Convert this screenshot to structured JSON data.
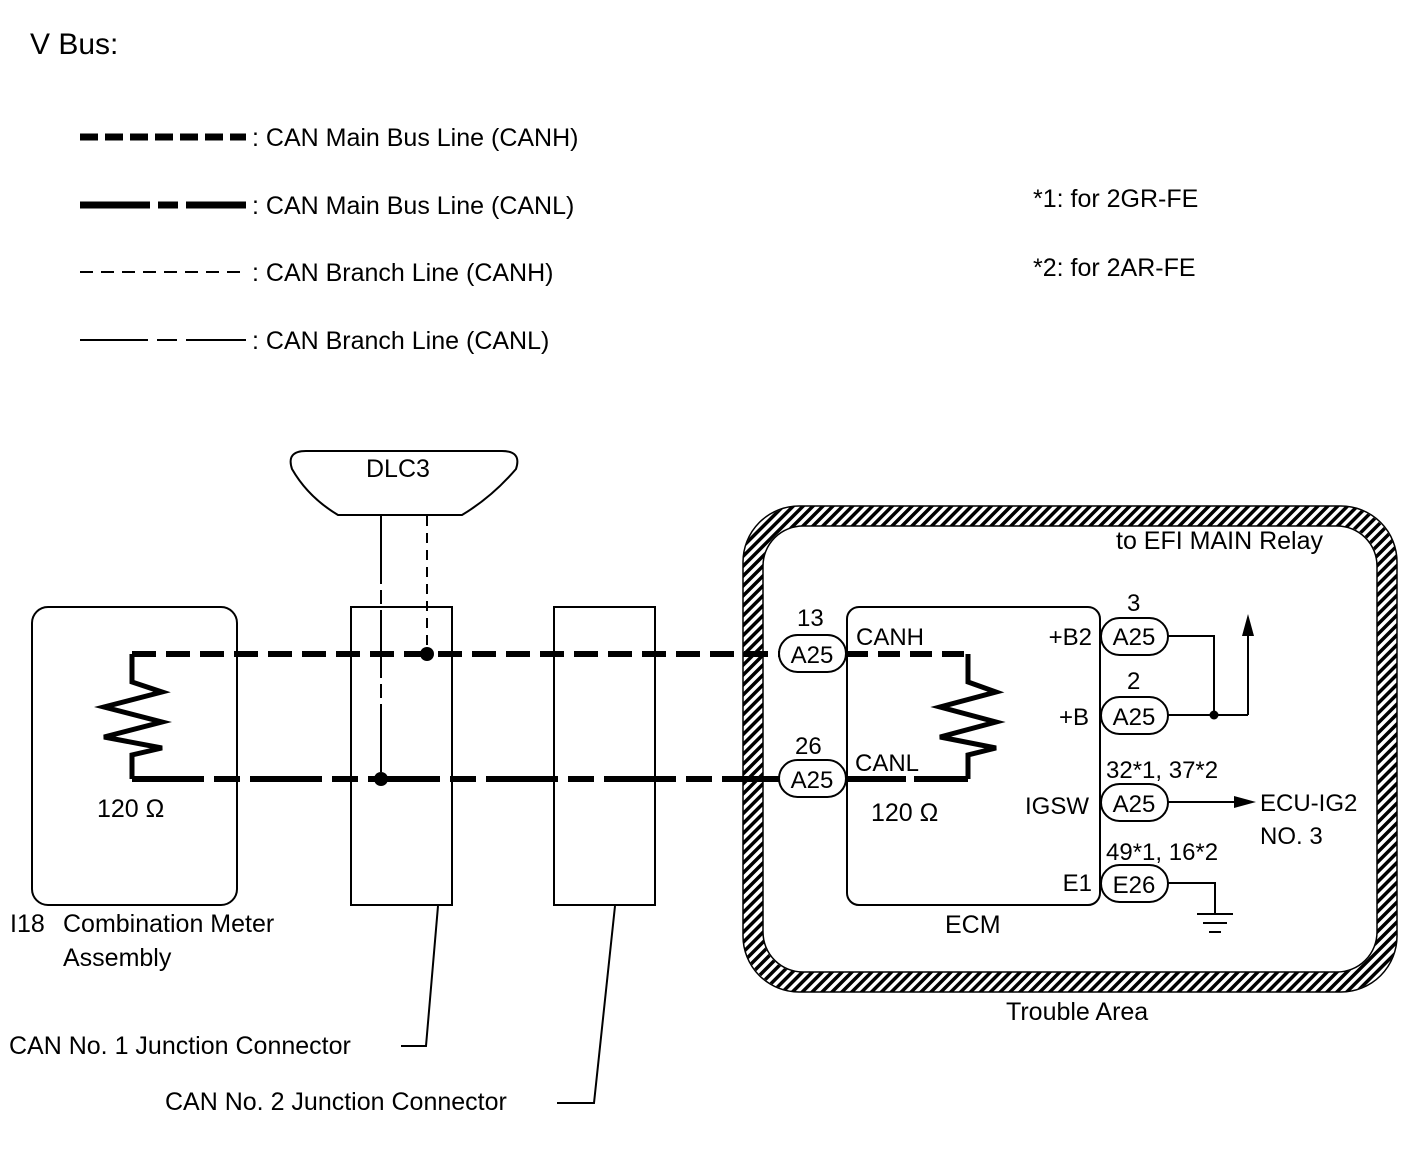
{
  "title": "V Bus:",
  "legend": [
    {
      "style": "main-canh",
      "text": ": CAN Main Bus Line (CANH)"
    },
    {
      "style": "main-canl",
      "text": ": CAN Main Bus Line (CANL)"
    },
    {
      "style": "branch-canh",
      "text": ": CAN Branch Line (CANH)"
    },
    {
      "style": "branch-canl",
      "text": ": CAN Branch Line (CANL)"
    }
  ],
  "notes": [
    "*1: for 2GR-FE",
    "*2: for 2AR-FE"
  ],
  "components": {
    "dlc3": "DLC3",
    "meter_code": "I18",
    "meter_name_line1": "Combination Meter",
    "meter_name_line2": "Assembly",
    "meter_resistor": "120 Ω",
    "junction1": "CAN No. 1 Junction Connector",
    "junction2": "CAN No. 2 Junction Connector",
    "ecm": "ECM",
    "ecm_resistor": "120 Ω",
    "trouble_area": "Trouble Area",
    "efi_relay": "to EFI MAIN Relay",
    "ecu_ig2_line1": "ECU-IG2",
    "ecu_ig2_line2": "NO. 3"
  },
  "ecm_pins": {
    "canh": {
      "connector": "A25",
      "pin": "13",
      "signal": "CANH"
    },
    "canl": {
      "connector": "A25",
      "pin": "26",
      "signal": "CANL"
    },
    "b2": {
      "connector": "A25",
      "pin": "3",
      "signal": "+B2"
    },
    "b": {
      "connector": "A25",
      "pin": "2",
      "signal": "+B"
    },
    "igsw": {
      "connector": "A25",
      "pin": "32*1, 37*2",
      "signal": "IGSW"
    },
    "e1": {
      "connector": "E26",
      "pin": "49*1, 16*2",
      "signal": "E1"
    }
  }
}
